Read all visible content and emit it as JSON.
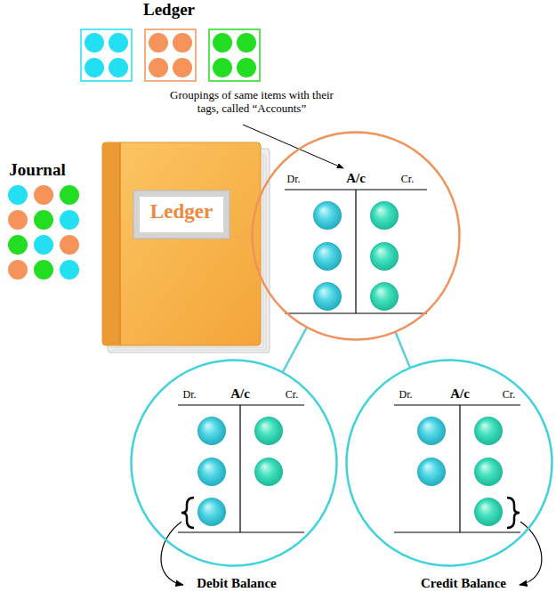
{
  "diagram": {
    "nodes": [
      {
        "text": [
          "Ledger"
        ]
      },
      {
        "text": [
          "Dr.",
          "A/c",
          "Cr."
        ]
      },
      {
        "text": [
          "Dr.",
          "A/c",
          "Cr."
        ]
      },
      {
        "text": [
          "Dr.",
          "A/c",
          "Cr."
        ]
      }
    ],
    "edges": [
      {
        "from": 1,
        "to": 2,
        "arrow": "none"
      },
      {
        "from": 1,
        "to": 3,
        "arrow": "none"
      }
    ],
    "labels": [
      "Ledger",
      "Groupings of same items with their tags, called “Accounts”",
      "Journal",
      "Debit Balance",
      "Credit Balance"
    ]
  }
}
